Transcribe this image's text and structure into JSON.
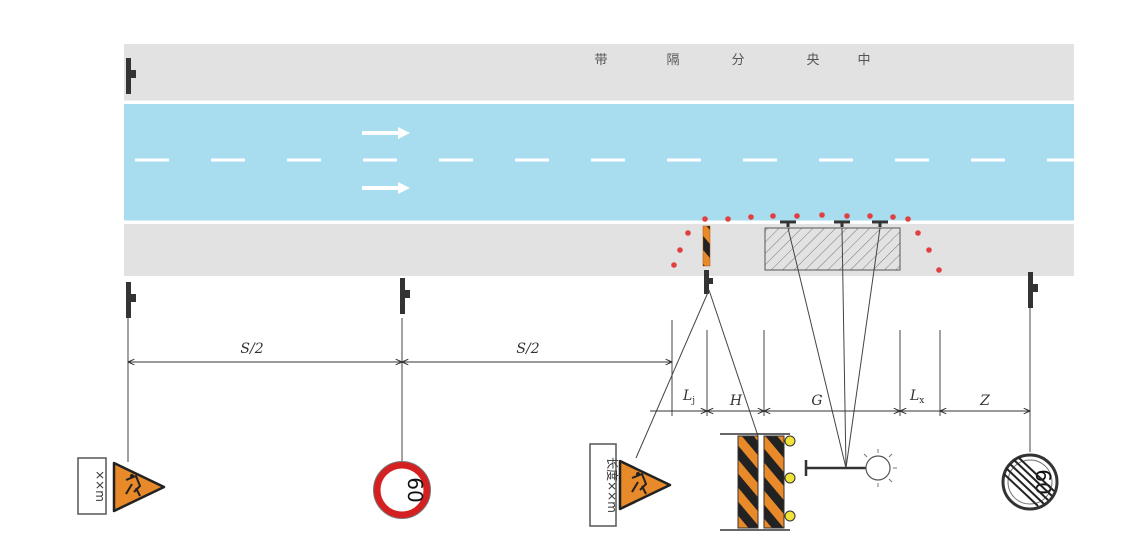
{
  "median_label_chars": [
    "中",
    "央",
    "分",
    "隔",
    "带"
  ],
  "dimensions": {
    "half_spacing_1": "S/2",
    "half_spacing_2": "S/2",
    "transition_length": "L",
    "transition_sub": "j",
    "buffer_length": "H",
    "work_zone_length": "G",
    "end_transition_length": "L",
    "end_transition_sub": "x",
    "termination_length": "Z"
  },
  "signs": {
    "first_warning_plaque": "××m",
    "second_warning_plaque": "长度××m",
    "speed_limit": "60",
    "end_speed_limit": "60"
  },
  "colors": {
    "lane": "#a8dcef",
    "shoulder": "#e2e2e2",
    "cone": "#e04040",
    "warning_sign": "#e8892a",
    "speed_ring": "#d42020"
  }
}
